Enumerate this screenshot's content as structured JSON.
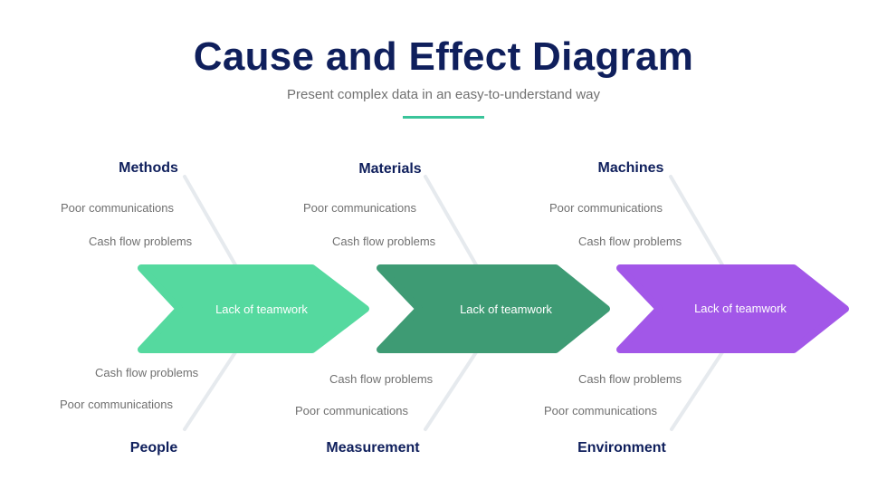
{
  "header": {
    "title": "Cause and Effect Diagram",
    "subtitle": "Present complex data in an easy-to-understand way",
    "accent_color": "#3ac49a"
  },
  "arrows": [
    {
      "label": "Lack of teamwork",
      "color": "#55d99f"
    },
    {
      "label": "Lack of teamwork",
      "color": "#3e9b74"
    },
    {
      "label": "Lack of teamwork",
      "color": "#a257e8"
    }
  ],
  "top_categories": [
    {
      "name": "Methods",
      "causes": [
        "Poor communications",
        "Cash flow problems"
      ]
    },
    {
      "name": "Materials",
      "causes": [
        "Poor communications",
        "Cash flow problems"
      ]
    },
    {
      "name": "Machines",
      "causes": [
        "Poor communications",
        "Cash flow problems"
      ]
    }
  ],
  "bottom_categories": [
    {
      "name": "People",
      "causes": [
        "Cash flow problems",
        "Poor communications"
      ]
    },
    {
      "name": "Measurement",
      "causes": [
        "Cash flow problems",
        "Poor communications"
      ]
    },
    {
      "name": "Environment",
      "causes": [
        "Cash flow problems",
        "Poor communications"
      ]
    }
  ]
}
